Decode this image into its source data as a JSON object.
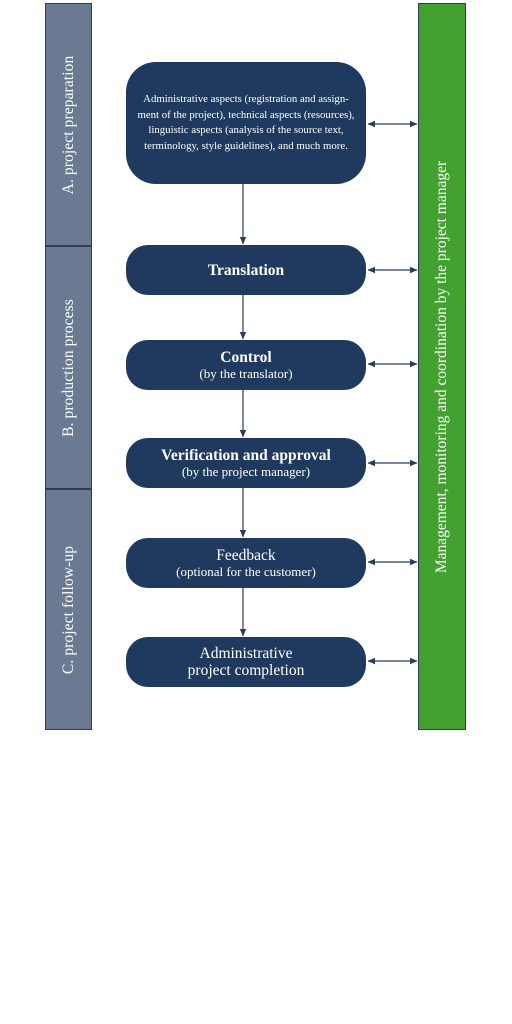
{
  "phases": [
    {
      "label": "A. project preparation"
    },
    {
      "label": "B. production process"
    },
    {
      "label": "C. project follow-up"
    }
  ],
  "management": {
    "label": "Management, monitoring and coordination by the project manager"
  },
  "steps": {
    "preparation": {
      "lines": [
        "Administrative aspects (registration and assign-",
        "ment of the project), technical aspects (resources),",
        "linguistic aspects (analysis of the source text,",
        "terminology, style guidelines), and much more."
      ]
    },
    "translation": {
      "title": "Translation"
    },
    "control": {
      "title": "Control",
      "subtitle": "(by the translator)"
    },
    "verification": {
      "title": "Verification and approval",
      "subtitle": "(by the project manager)"
    },
    "feedback": {
      "title": "Feedback",
      "subtitle": "(optional for the customer)"
    },
    "completion": {
      "line1": "Administrative",
      "line2": "project completion"
    }
  },
  "colors": {
    "phase_fill": "#6b7a93",
    "step_fill": "#1f3a5e",
    "management_fill": "#42a12f",
    "border": "#2b3c5c"
  }
}
